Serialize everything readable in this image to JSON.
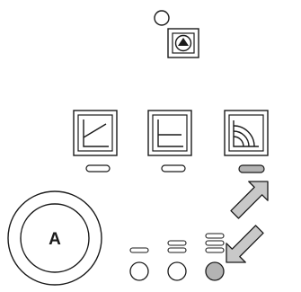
{
  "pump_indicator": {
    "icon": "pump-up-triangle-icon",
    "status_led": "off"
  },
  "mode_panels": [
    {
      "name": "mode-ramp",
      "icon": "ramp-curve-icon",
      "selected": false
    },
    {
      "name": "mode-constant",
      "icon": "constant-curve-icon",
      "selected": false
    },
    {
      "name": "mode-radial",
      "icon": "radial-curve-icon",
      "selected": true
    }
  ],
  "dial": {
    "label": "A"
  },
  "level_buttons": [
    {
      "name": "level-1",
      "bars": 1,
      "selected": false
    },
    {
      "name": "level-2",
      "bars": 2,
      "selected": false
    },
    {
      "name": "level-3",
      "bars": 3,
      "selected": true
    }
  ],
  "colors": {
    "stroke": "#1a1a1a",
    "selected_fill": "#b3b3b3",
    "arrow_fill": "#c8c8c8"
  }
}
